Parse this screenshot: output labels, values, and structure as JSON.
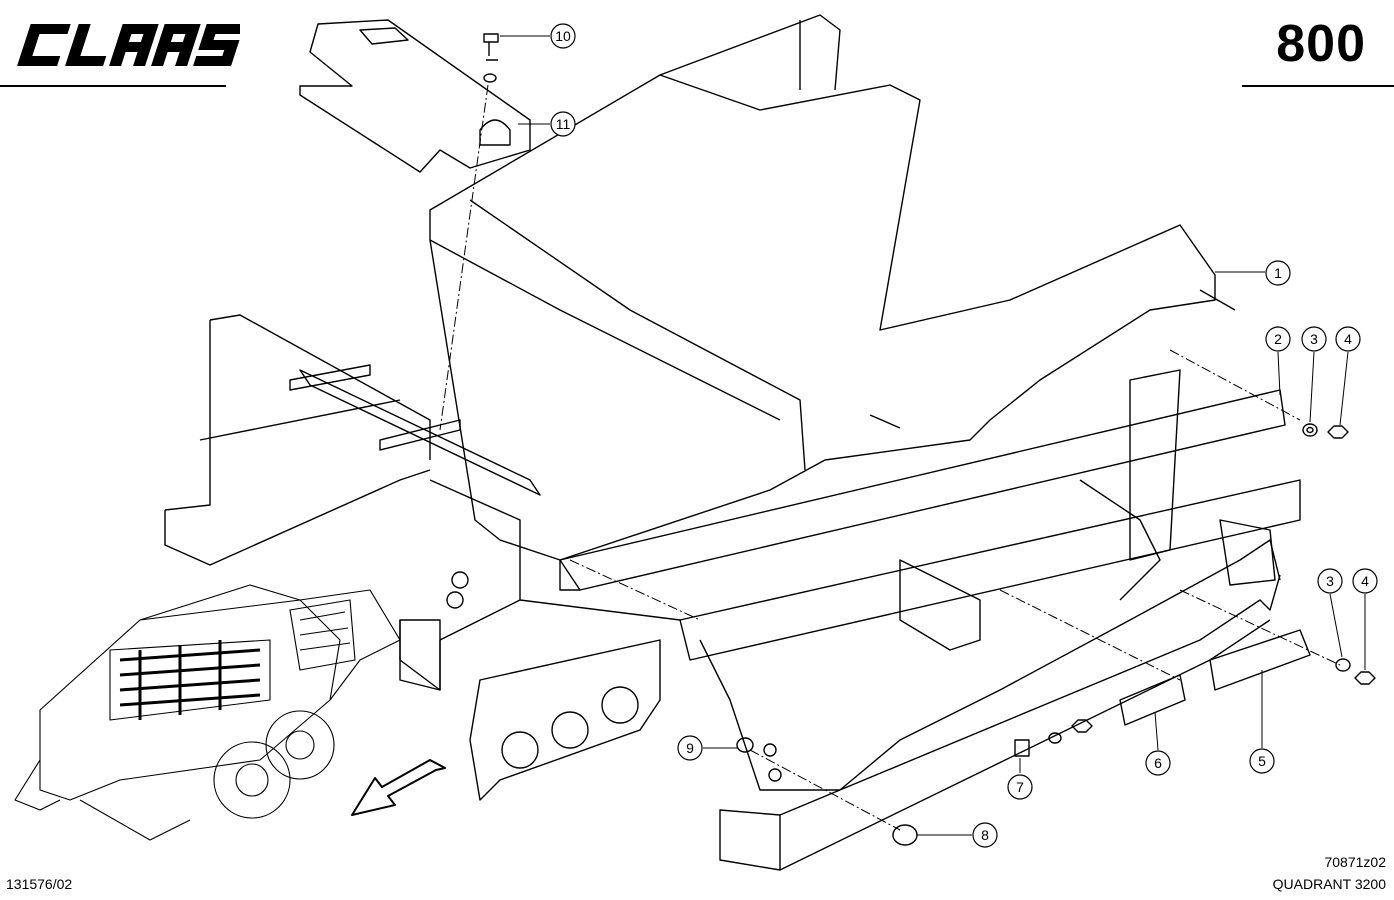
{
  "header": {
    "brand": "CLAAS",
    "page_number": "800"
  },
  "footer": {
    "doc_number": "131576/02",
    "drawing_number": "70871z02",
    "model": "QUADRANT 3200"
  },
  "callouts": [
    {
      "label": "1"
    },
    {
      "label": "2"
    },
    {
      "label": "3"
    },
    {
      "label": "4"
    },
    {
      "label": "3"
    },
    {
      "label": "4"
    },
    {
      "label": "5"
    },
    {
      "label": "6"
    },
    {
      "label": "7"
    },
    {
      "label": "8"
    },
    {
      "label": "9"
    },
    {
      "label": "10"
    },
    {
      "label": "11"
    }
  ]
}
